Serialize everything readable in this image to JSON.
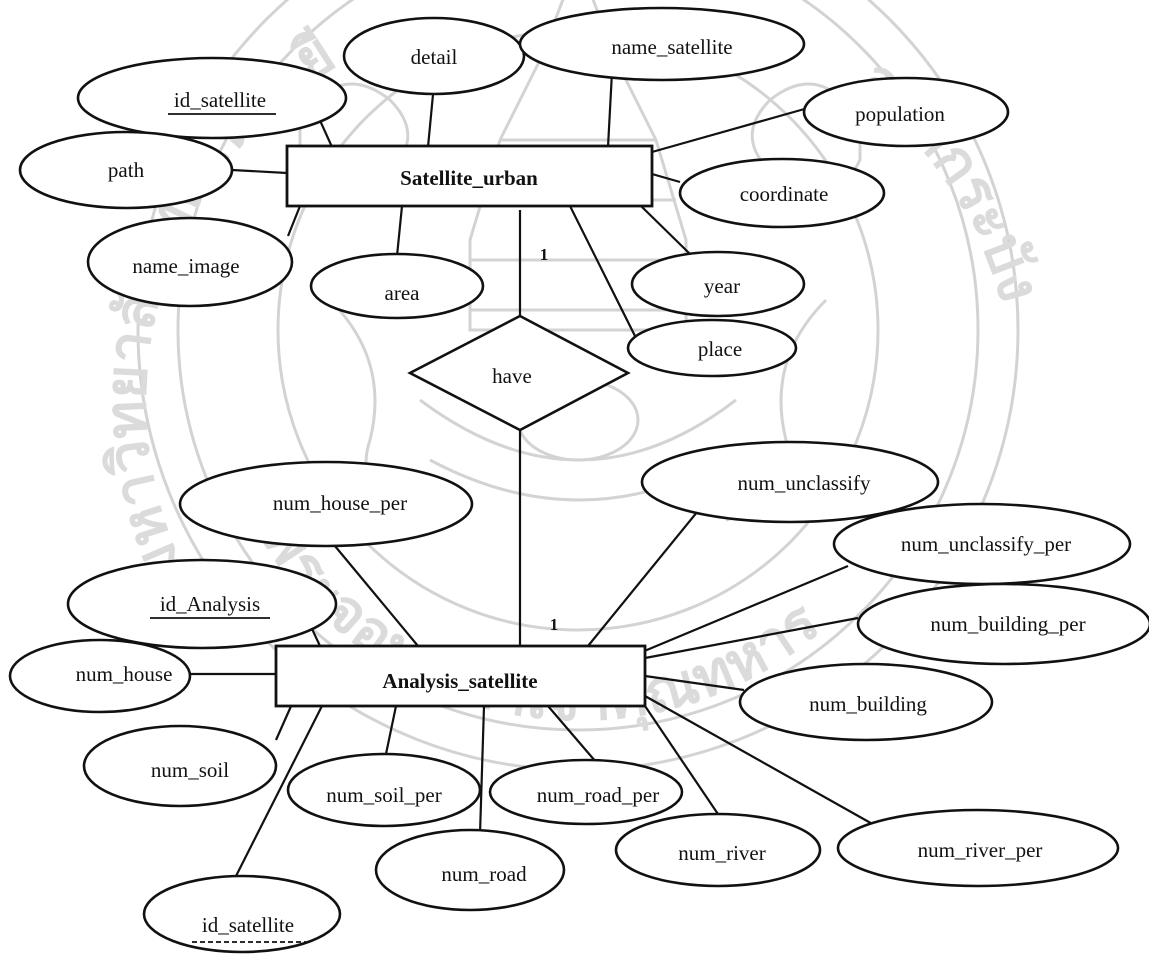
{
  "entities": {
    "satellite_urban": "Satellite_urban",
    "analysis_satellite": "Analysis_satellite"
  },
  "relationship": {
    "label": "have",
    "card_top": "1",
    "card_bottom": "1"
  },
  "satellite_urban_attributes": {
    "id_satellite": "id_satellite",
    "detail": "detail",
    "name_satellite": "name_satellite",
    "population": "population",
    "path": "path",
    "coordinate": "coordinate",
    "name_image": "name_image",
    "area": "area",
    "year": "year",
    "place": "place"
  },
  "analysis_satellite_attributes": {
    "num_house_per": "num_house_per",
    "num_unclassify": "num_unclassify",
    "num_unclassify_per": "num_unclassify_per",
    "id_Analysis": "id_Analysis",
    "num_building_per": "num_building_per",
    "num_house": "num_house",
    "num_building": "num_building",
    "num_soil": "num_soil",
    "num_soil_per": "num_soil_per",
    "num_road_per": "num_road_per",
    "num_river": "num_river",
    "num_river_per": "num_river_per",
    "num_road": "num_road",
    "id_satellite_fk": "id_satellite"
  },
  "watermark": {
    "lettering": "พระจอมเกล้าเจ้าคุณทหารลาดกระบัง มหาวิทยาลัยเทคโนโลยี"
  },
  "colors": {
    "stroke": "#111111",
    "background": "#ffffff",
    "watermark": "#cfcfcf"
  }
}
